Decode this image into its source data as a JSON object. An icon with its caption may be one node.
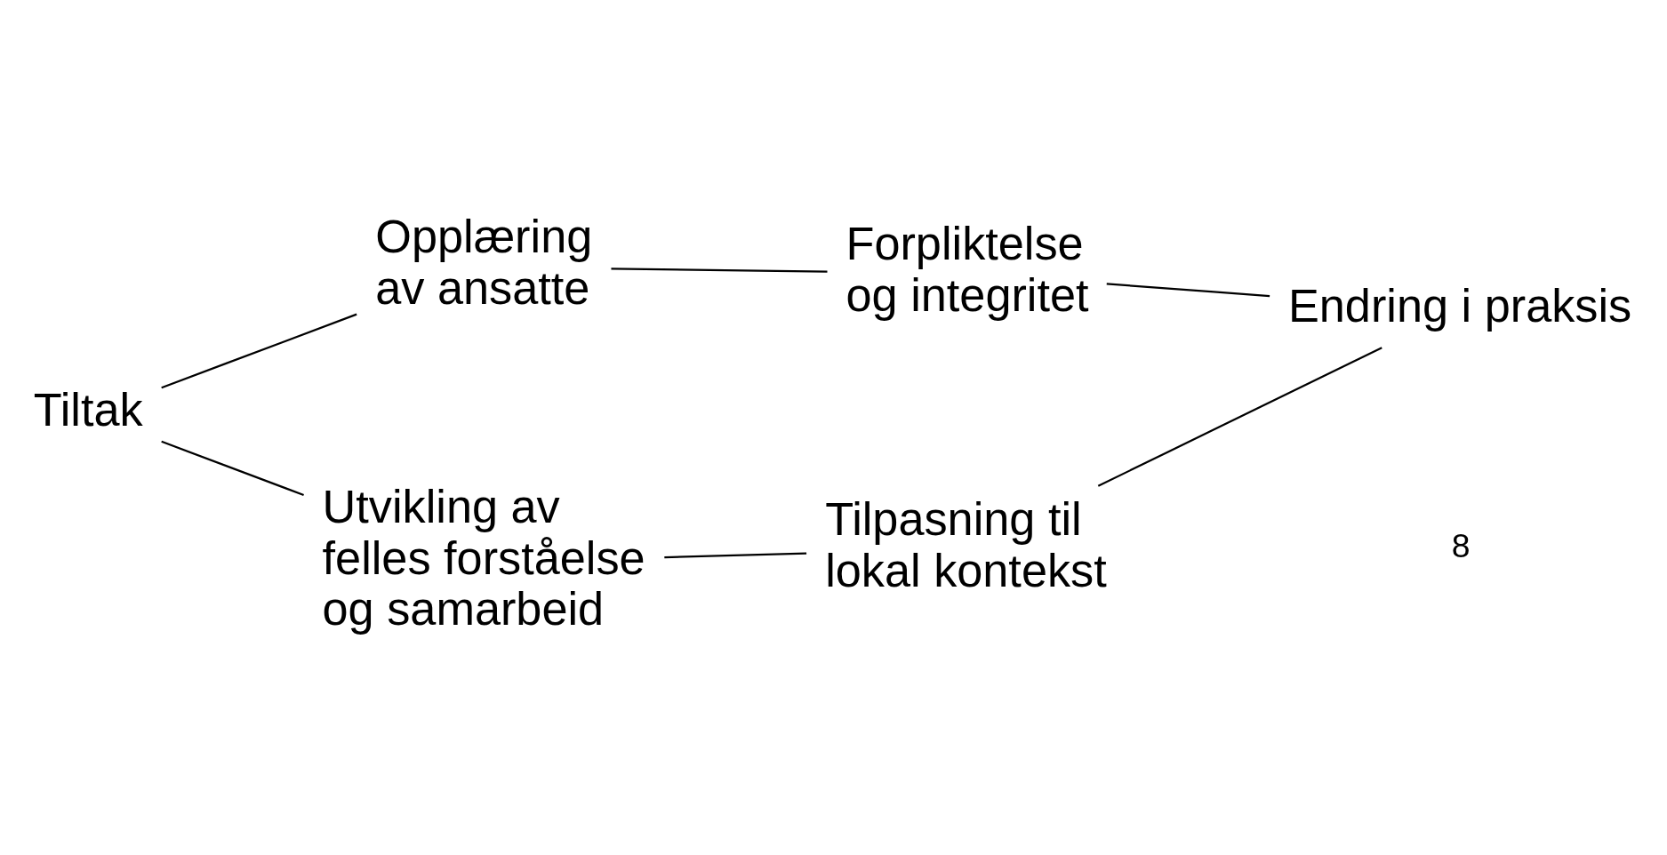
{
  "diagram": {
    "nodes": [
      {
        "text": [
          "Opplæring av ansatte"
        ]
      },
      {
        "text": [
          "Forpliktelse og integritet"
        ]
      },
      {
        "text": [
          "Tiltak"
        ]
      },
      {
        "text": [
          "Endring i praksis"
        ]
      },
      {
        "text": [
          "Utvikling av felles forståelse og samarbeid"
        ]
      },
      {
        "text": [
          "Tilpasning til lokal kontekst"
        ]
      }
    ],
    "edges": [
      {
        "from": 2,
        "to": 0,
        "arrow": "none"
      },
      {
        "from": 0,
        "to": 1,
        "arrow": "none"
      },
      {
        "from": 1,
        "to": 3,
        "arrow": "none"
      },
      {
        "from": 2,
        "to": 4,
        "arrow": "none"
      },
      {
        "from": 4,
        "to": 5,
        "arrow": "none"
      },
      {
        "from": 5,
        "to": 3,
        "arrow": "none"
      }
    ],
    "labels": [
      "8"
    ]
  }
}
